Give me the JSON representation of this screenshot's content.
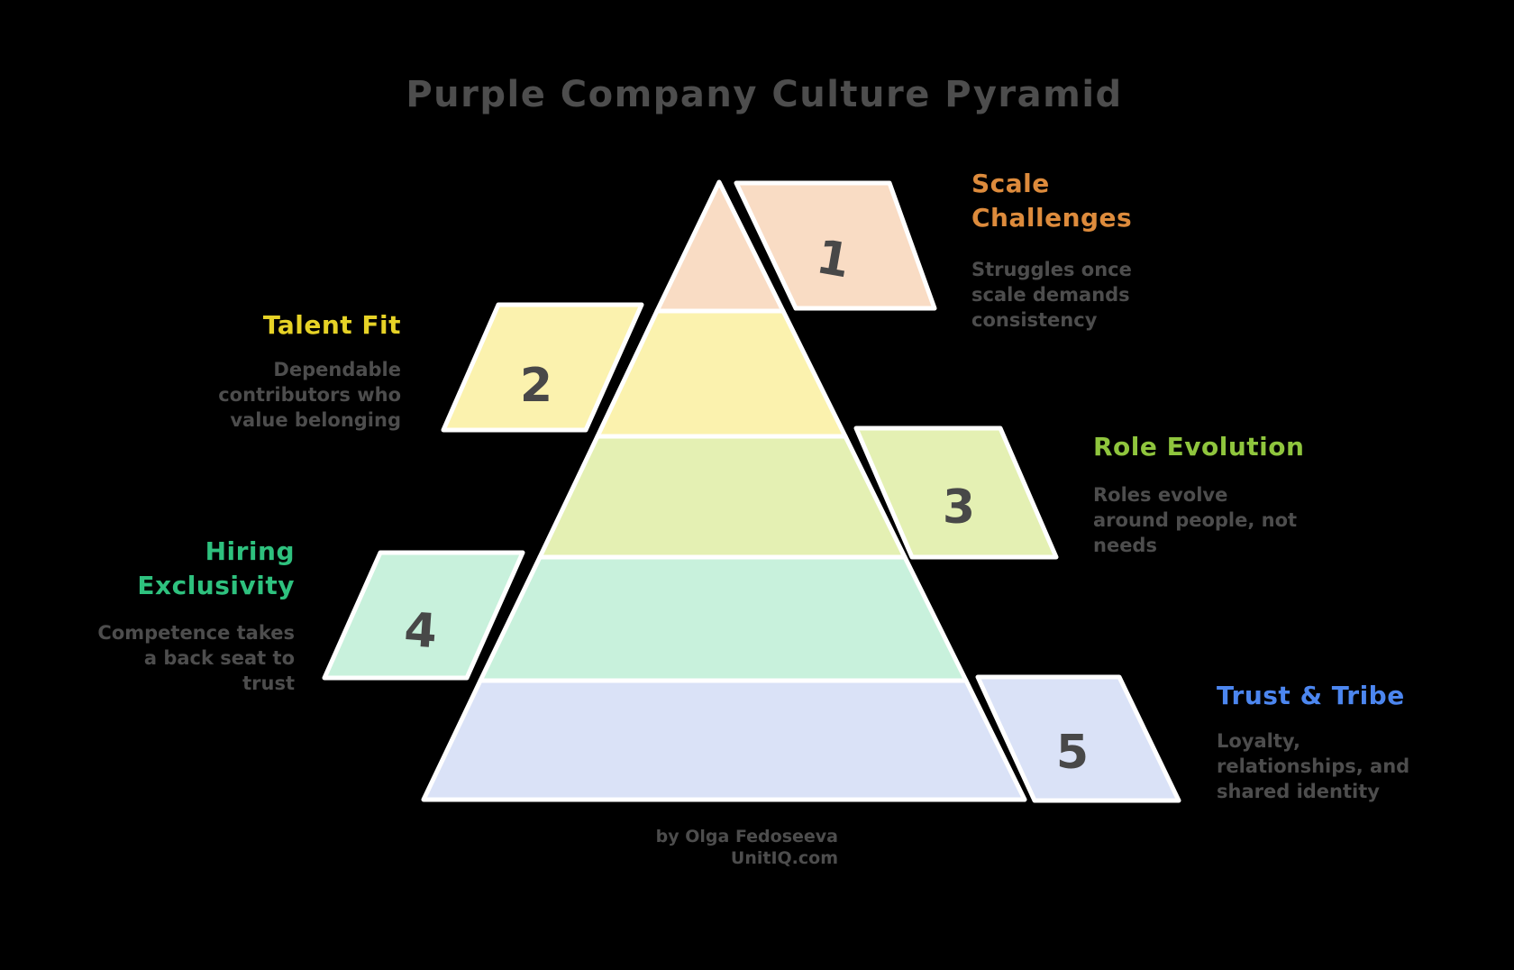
{
  "title": "Purple Company Culture Pyramid",
  "colors": {
    "background": "#000000",
    "outline": "#ffffff",
    "title_text": "#4d4d4d",
    "body_text": "#4d4d4d",
    "number_text": "#484848"
  },
  "levels": [
    {
      "num": "1",
      "label": "Scale Challenges",
      "label_lines": [
        "Scale",
        "Challenges"
      ],
      "label_color": "#dd8b3c",
      "fill": "#f9dcc4",
      "desc": "Struggles once scale demands consistency",
      "desc_lines": [
        "Struggles once",
        "scale demands",
        "consistency"
      ]
    },
    {
      "num": "2",
      "label": "Talent Fit",
      "label_lines": [
        "Talent Fit"
      ],
      "label_color": "#e6d226",
      "fill": "#fbf2ae",
      "desc": "Dependable contributors who value belonging",
      "desc_lines": [
        "Dependable",
        "contributors who",
        "value belonging"
      ]
    },
    {
      "num": "3",
      "label": "Role Evolution",
      "label_lines": [
        "Role Evolution"
      ],
      "label_color": "#8fc53d",
      "fill": "#e4f0b3",
      "desc": "Roles evolve around people, not needs",
      "desc_lines": [
        "Roles evolve",
        "around people, not",
        "needs"
      ]
    },
    {
      "num": "4",
      "label": "Hiring Exclusivity",
      "label_lines": [
        "Hiring",
        "Exclusivity"
      ],
      "label_color": "#2ec17e",
      "fill": "#c8f1dc",
      "desc": "Competence takes a back seat to trust",
      "desc_lines": [
        "Competence takes",
        "a back seat to",
        "trust"
      ]
    },
    {
      "num": "5",
      "label": "Trust & Tribe",
      "label_lines": [
        "Trust & Tribe"
      ],
      "label_color": "#4c86ef",
      "fill": "#dae2f7",
      "desc": "Loyalty, relationships, and shared identity",
      "desc_lines": [
        "Loyalty,",
        "relationships, and",
        "shared identity"
      ]
    }
  ],
  "footer": {
    "byline": "by Olga Fedoseeva",
    "site": "UnitIQ.com"
  }
}
